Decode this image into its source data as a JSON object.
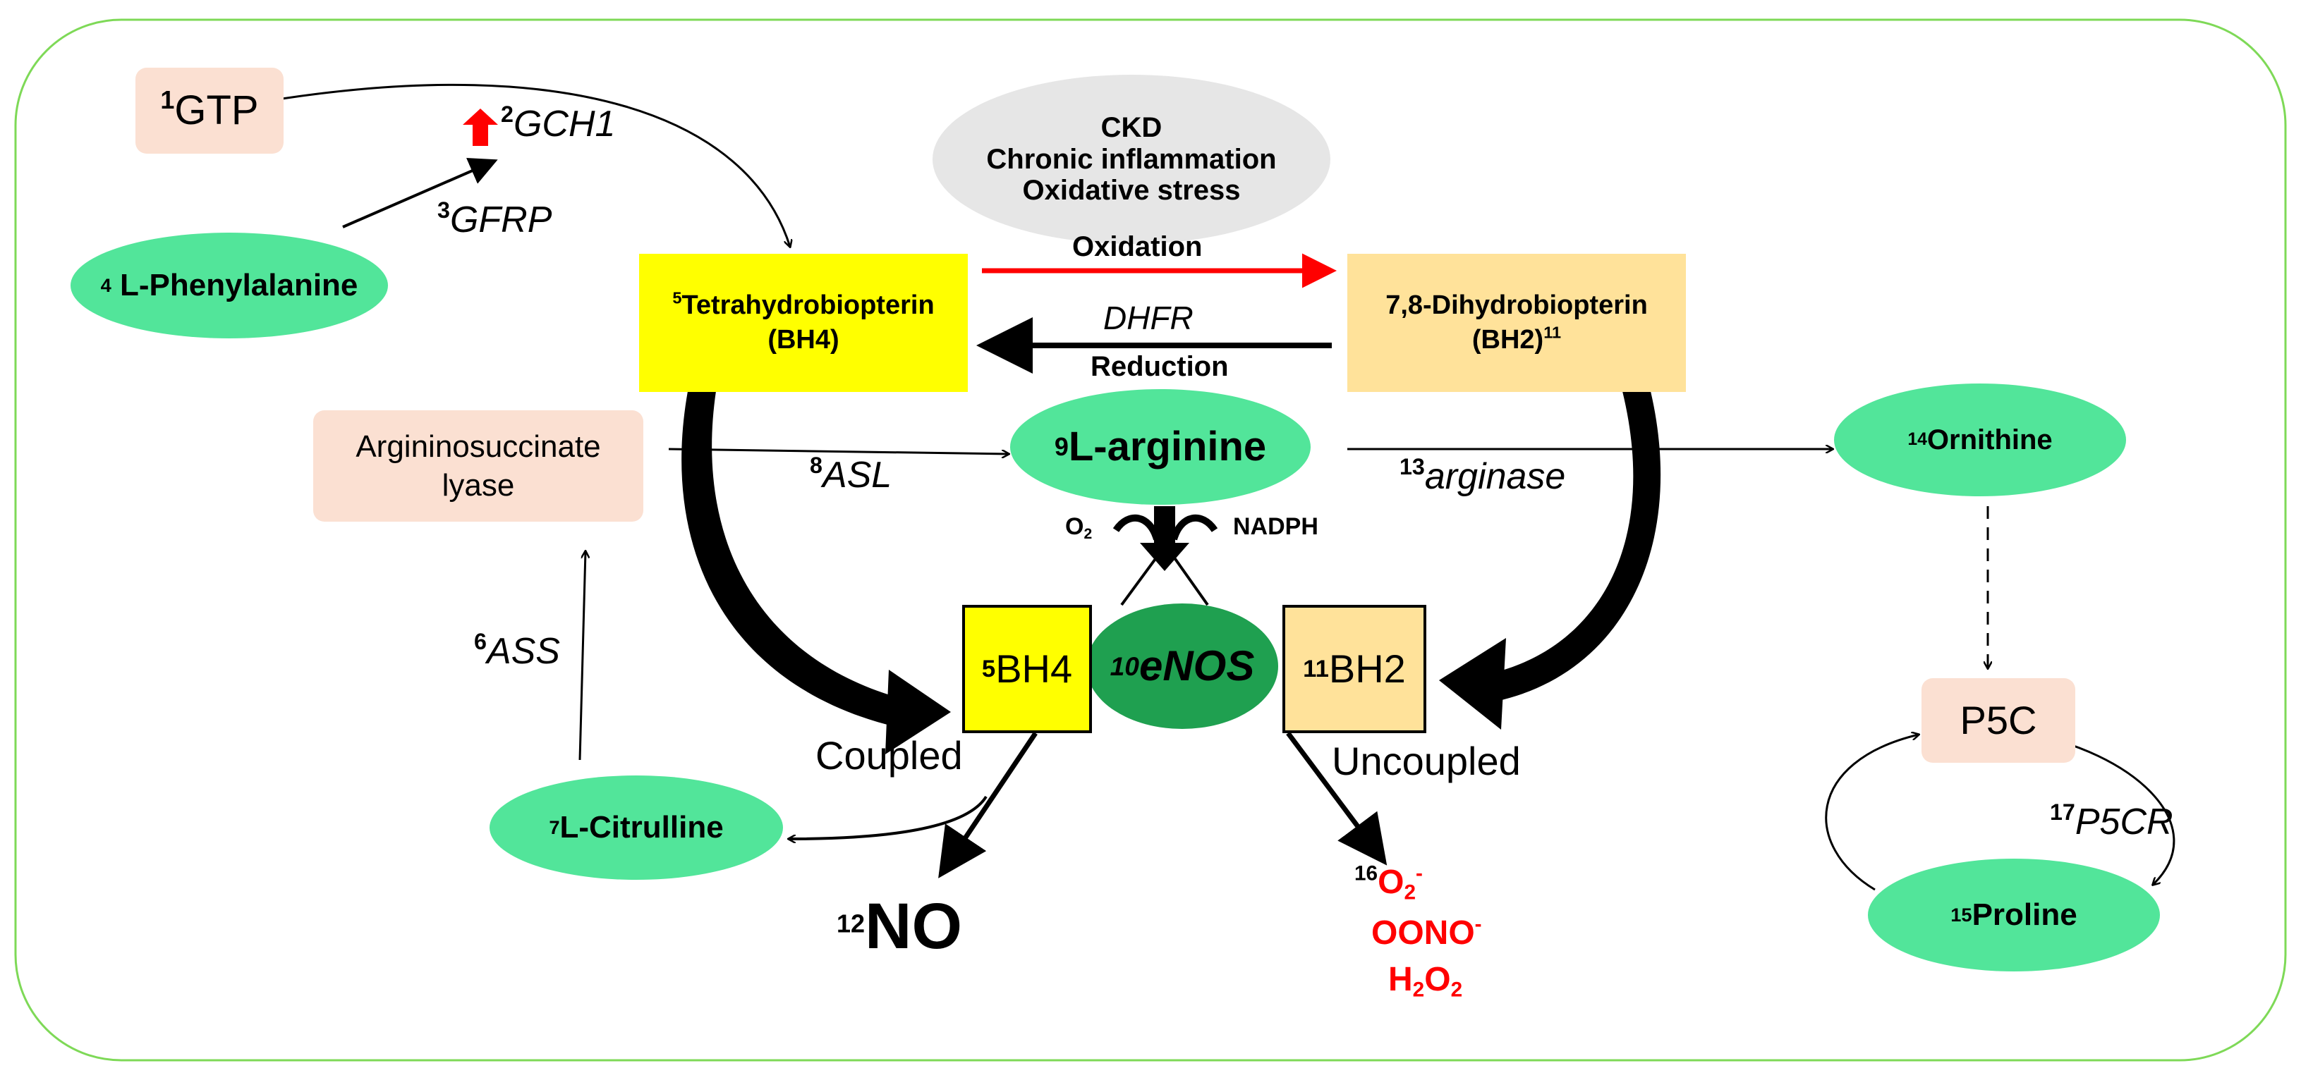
{
  "nodes": {
    "gtp": {
      "num": "1",
      "label": "GTP"
    },
    "gch1": {
      "num": "2",
      "label": "GCH1"
    },
    "gfrp": {
      "num": "3",
      "label": "GFRP"
    },
    "phenylalanine": {
      "num": "4",
      "label": " L-Phenylalanine"
    },
    "bh4_top": {
      "num": "5",
      "label": "Tetrahydrobiopterin",
      "label2": "(BH4)"
    },
    "ass": {
      "num": "6",
      "label": "ASS"
    },
    "citrulline": {
      "num": "7",
      "label": "L-Citrulline"
    },
    "asl": {
      "num": "8",
      "label": "ASL"
    },
    "arginine": {
      "num": "9",
      "label": "L-arginine"
    },
    "enos": {
      "num": "10",
      "label": "eNOS"
    },
    "bh2_top": {
      "label": "7,8-Dihydrobiopterin",
      "label2": "(BH2)",
      "num": "11"
    },
    "bh2_small": {
      "num": "11",
      "label": "BH2"
    },
    "no": {
      "num": "12",
      "label": "NO"
    },
    "arginase": {
      "num": "13",
      "label": "arginase"
    },
    "ornithine": {
      "num": "14",
      "label": "Ornithine"
    },
    "proline": {
      "num": "15",
      "label": "Proline"
    },
    "ros": {
      "num": "16",
      "line1": "O",
      "line1_sub": "2",
      "line1_sup": "-",
      "line2": "OONO",
      "line2_sup": "-",
      "line3_a": "H",
      "line3_sub1": "2",
      "line3_b": "O",
      "line3_sub2": "2"
    },
    "p5cr": {
      "num": "17",
      "label": "P5CR"
    },
    "bh4_small": {
      "num": "5",
      "label": "BH4"
    },
    "asl_enzyme": {
      "line1": "Argininosuccinate",
      "line2": "lyase"
    },
    "p5c": {
      "label": "P5C"
    }
  },
  "labels": {
    "stress_line1": "CKD",
    "stress_line2": "Chronic inflammation",
    "stress_line3": "Oxidative stress",
    "oxidation": "Oxidation",
    "dhfr": "DHFR",
    "reduction": "Reduction",
    "o2": "O",
    "o2_sub": "2",
    "nadph": "NADPH",
    "coupled": "Coupled",
    "uncoupled": "Uncoupled"
  },
  "colors": {
    "frame_border": "#7ed957",
    "green_oval": "#52e59a",
    "enos_oval": "#1fa050",
    "yellow_box": "#ffff00",
    "tan_box": "#ffe29a",
    "peach_box": "#fbe0d2",
    "grey_oval": "#e6e6e6",
    "red": "#ff0000",
    "black": "#000000"
  }
}
